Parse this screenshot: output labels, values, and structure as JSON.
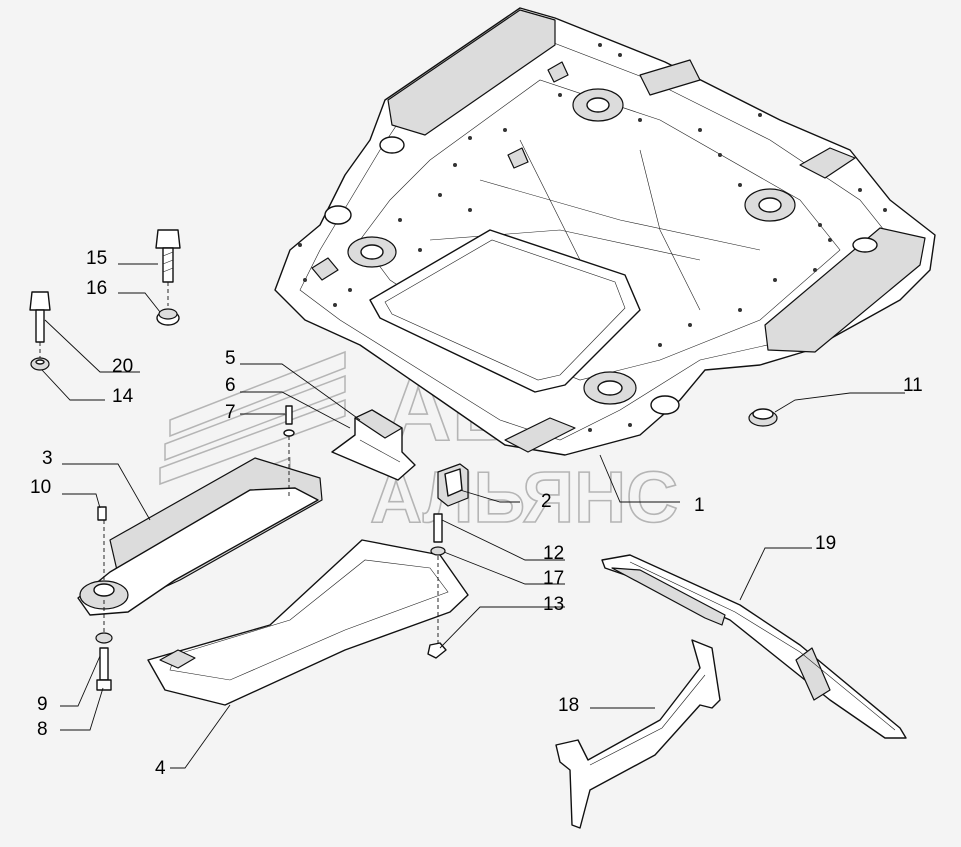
{
  "watermark": {
    "line1": "АВТО",
    "line2": "АЛЬЯНС"
  },
  "callouts": [
    "1",
    "2",
    "3",
    "4",
    "5",
    "6",
    "7",
    "8",
    "9",
    "10",
    "11",
    "12",
    "13",
    "14",
    "15",
    "16",
    "17",
    "18",
    "19",
    "20"
  ]
}
